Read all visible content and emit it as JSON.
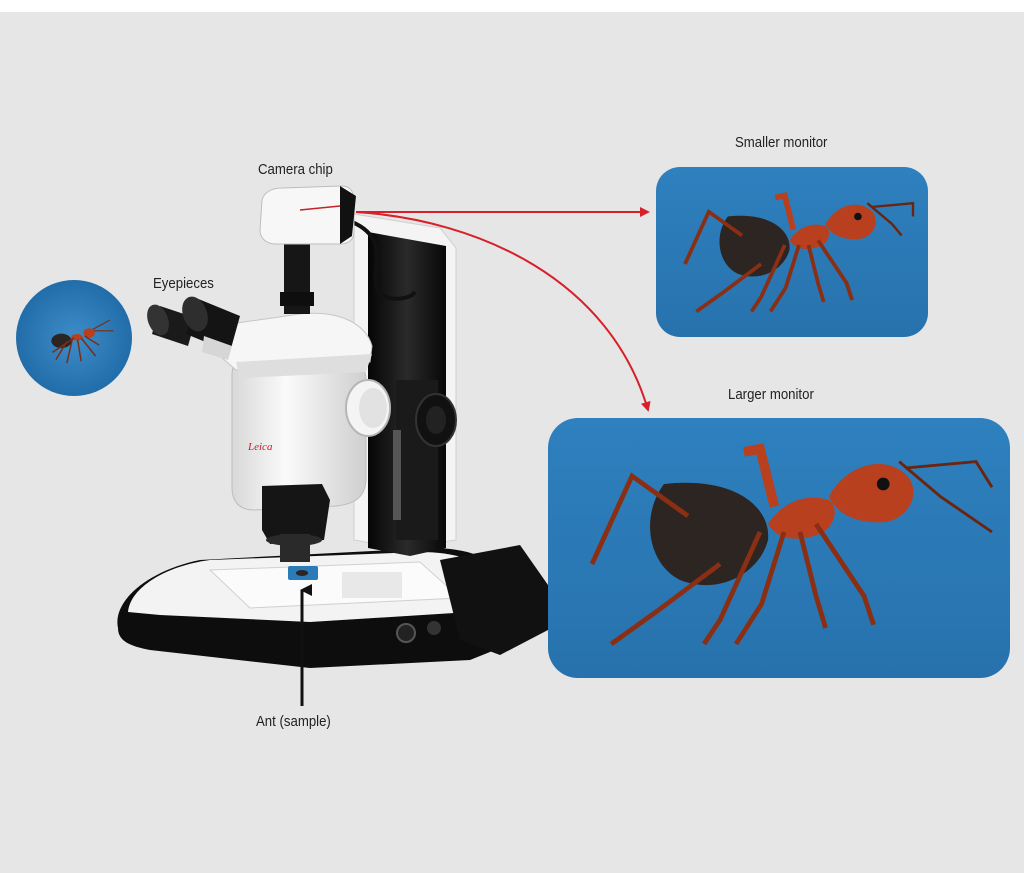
{
  "labels": {
    "camera_chip": "Camera chip",
    "eyepieces": "Eyepieces",
    "smaller_monitor": "Smaller monitor",
    "larger_monitor": "Larger monitor",
    "ant_sample": "Ant (sample)"
  },
  "microscope_brand": "Leica",
  "colors": {
    "background": "#e6e6e6",
    "monitor_blue": "#2b7bb9",
    "arrow_red": "#d8202a",
    "ant_red": "#b8401e",
    "ant_dark": "#2c2522"
  }
}
